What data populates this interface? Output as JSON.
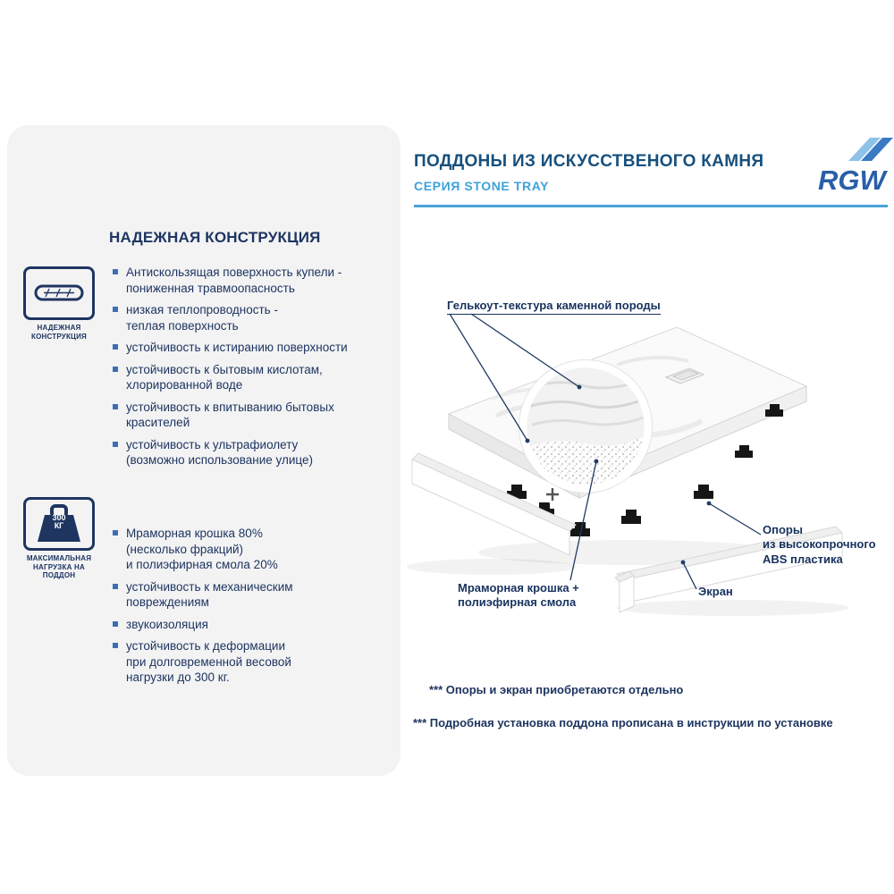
{
  "colors": {
    "navy_text": "#1e3560",
    "header_title": "#17507d",
    "accent_blue": "#3fa2d9",
    "brand_blue": "#2a5fa8",
    "bullet_blue": "#3b6fb5"
  },
  "header": {
    "title": "ПОДДОНЫ ИЗ ИСКУССТВЕНОГО КАМНЯ",
    "subtitle": "СЕРИЯ STONE TRAY",
    "logo_text": "RGW"
  },
  "panel": {
    "title": "НАДЕЖНАЯ КОНСТРУКЦИЯ",
    "sections": [
      {
        "icon": "tray-construction-icon",
        "icon_label": "НАДЕЖНАЯ\nКОНСТРУКЦИЯ",
        "bullets": [
          "Антискользящая поверхность купели -\nпониженная травмоопасность",
          "низкая теплопроводность -\n теплая поверхность",
          "устойчивость к истиранию поверхности",
          "устойчивость к бытовым кислотам,\nхлорированной воде",
          "устойчивость к впитыванию бытовых\nкрасителей",
          "устойчивость к ультрафиолету\n(возможно использование улице)"
        ]
      },
      {
        "icon": "max-load-weight-icon",
        "icon_label": "МАКСИМАЛЬНАЯ\nНАГРУЗКА НА ПОДДОН",
        "icon_value": "300\nКГ",
        "bullets": [
          "Мраморная крошка 80%\n(несколько фракций)\n и полиэфирная смола 20%",
          "устойчивость к механическим\nповреждениям",
          "звукоизоляция",
          "устойчивость к деформации\nпри долговременной весовой\nнагрузки до 300 кг."
        ]
      }
    ]
  },
  "diagram": {
    "labels": {
      "texture": "Гелькоут-текстура каменной породы",
      "supports": "Опоры\nиз высокопрочного\nABS пластика",
      "screen": "Экран",
      "marble": "Мраморная крошка +\nполиэфирная смола"
    }
  },
  "footnotes": [
    "*** Опоры и экран приобретаются отдельно",
    "*** Подробная установка поддона прописана в инструкции по установке"
  ]
}
